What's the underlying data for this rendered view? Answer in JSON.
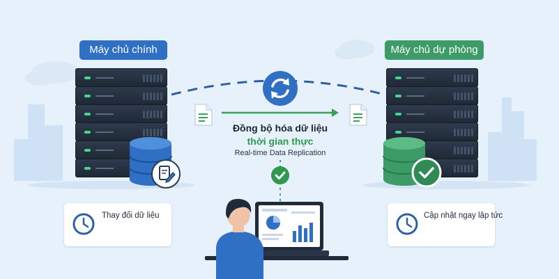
{
  "servers": {
    "primary_label": "Máy chủ chính",
    "backup_label": "Máy chủ dự phòng"
  },
  "sync": {
    "title_line1": "Đồng bộ hóa dữ liệu",
    "title_line2": "thời gian thực",
    "subtitle_en": "Real-time Data Replication"
  },
  "cards": {
    "left_text": "Thay đổi dữ liệu",
    "right_text": "Cập nhật ngay lập tức"
  },
  "colors": {
    "primary": "#2f6fc4",
    "backup": "#3d9b68",
    "check": "#2f9a4f",
    "background": "#e6f1fb"
  },
  "icons": [
    "sync-icon",
    "document-icon",
    "database-icon",
    "edit-icon",
    "check-icon",
    "clock-icon",
    "laptop-icon",
    "person-icon"
  ]
}
